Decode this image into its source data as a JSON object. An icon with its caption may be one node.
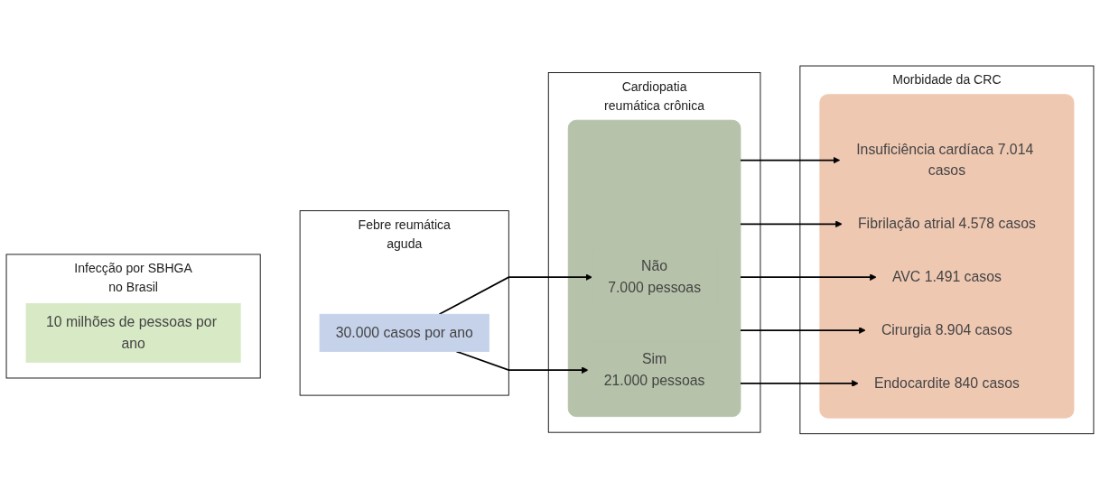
{
  "diagram": {
    "nodes": [
      {
        "text": [
          "Infecção por SBHGA no Brasil"
        ]
      },
      {
        "text": [
          "10 milhões de pessoas por ano"
        ],
        "in": 0
      },
      {
        "text": [
          "Febre reumática aguda"
        ]
      },
      {
        "text": [
          "30.000 casos por ano"
        ],
        "in": 2
      },
      {
        "text": [
          "Cardiopatia reumática crônica"
        ]
      },
      {
        "text": [],
        "shape": "box",
        "in": 4
      },
      {
        "text": [
          "Não",
          "7.000 pessoas"
        ],
        "in": 5
      },
      {
        "text": [
          "Sim",
          "21.000 pessoas"
        ],
        "in": 5
      },
      {
        "text": [
          "Morbidade da CRC"
        ]
      },
      {
        "text": [],
        "shape": "box",
        "in": 8
      },
      {
        "text": [
          "Insuficiência cardíaca 7.014 casos"
        ],
        "in": 9
      },
      {
        "text": [
          "Fibrilação atrial 4.578 casos"
        ],
        "in": 9
      },
      {
        "text": [
          "AVC 1.491 casos"
        ],
        "in": 9
      },
      {
        "text": [
          "Cirurgia 8.904 casos"
        ],
        "in": 9
      },
      {
        "text": [
          "Endocardite 840 casos"
        ],
        "in": 9
      }
    ],
    "edges": [
      {
        "from": 3,
        "to": 6,
        "arrow": "to"
      },
      {
        "from": 3,
        "to": 7,
        "arrow": "to"
      },
      {
        "from": 5,
        "to": 10,
        "arrow": "to"
      },
      {
        "from": 5,
        "to": 11,
        "arrow": "to"
      },
      {
        "from": 5,
        "to": 12,
        "arrow": "to"
      },
      {
        "from": 5,
        "to": 13,
        "arrow": "to"
      },
      {
        "from": 5,
        "to": 14,
        "arrow": "to"
      }
    ]
  }
}
